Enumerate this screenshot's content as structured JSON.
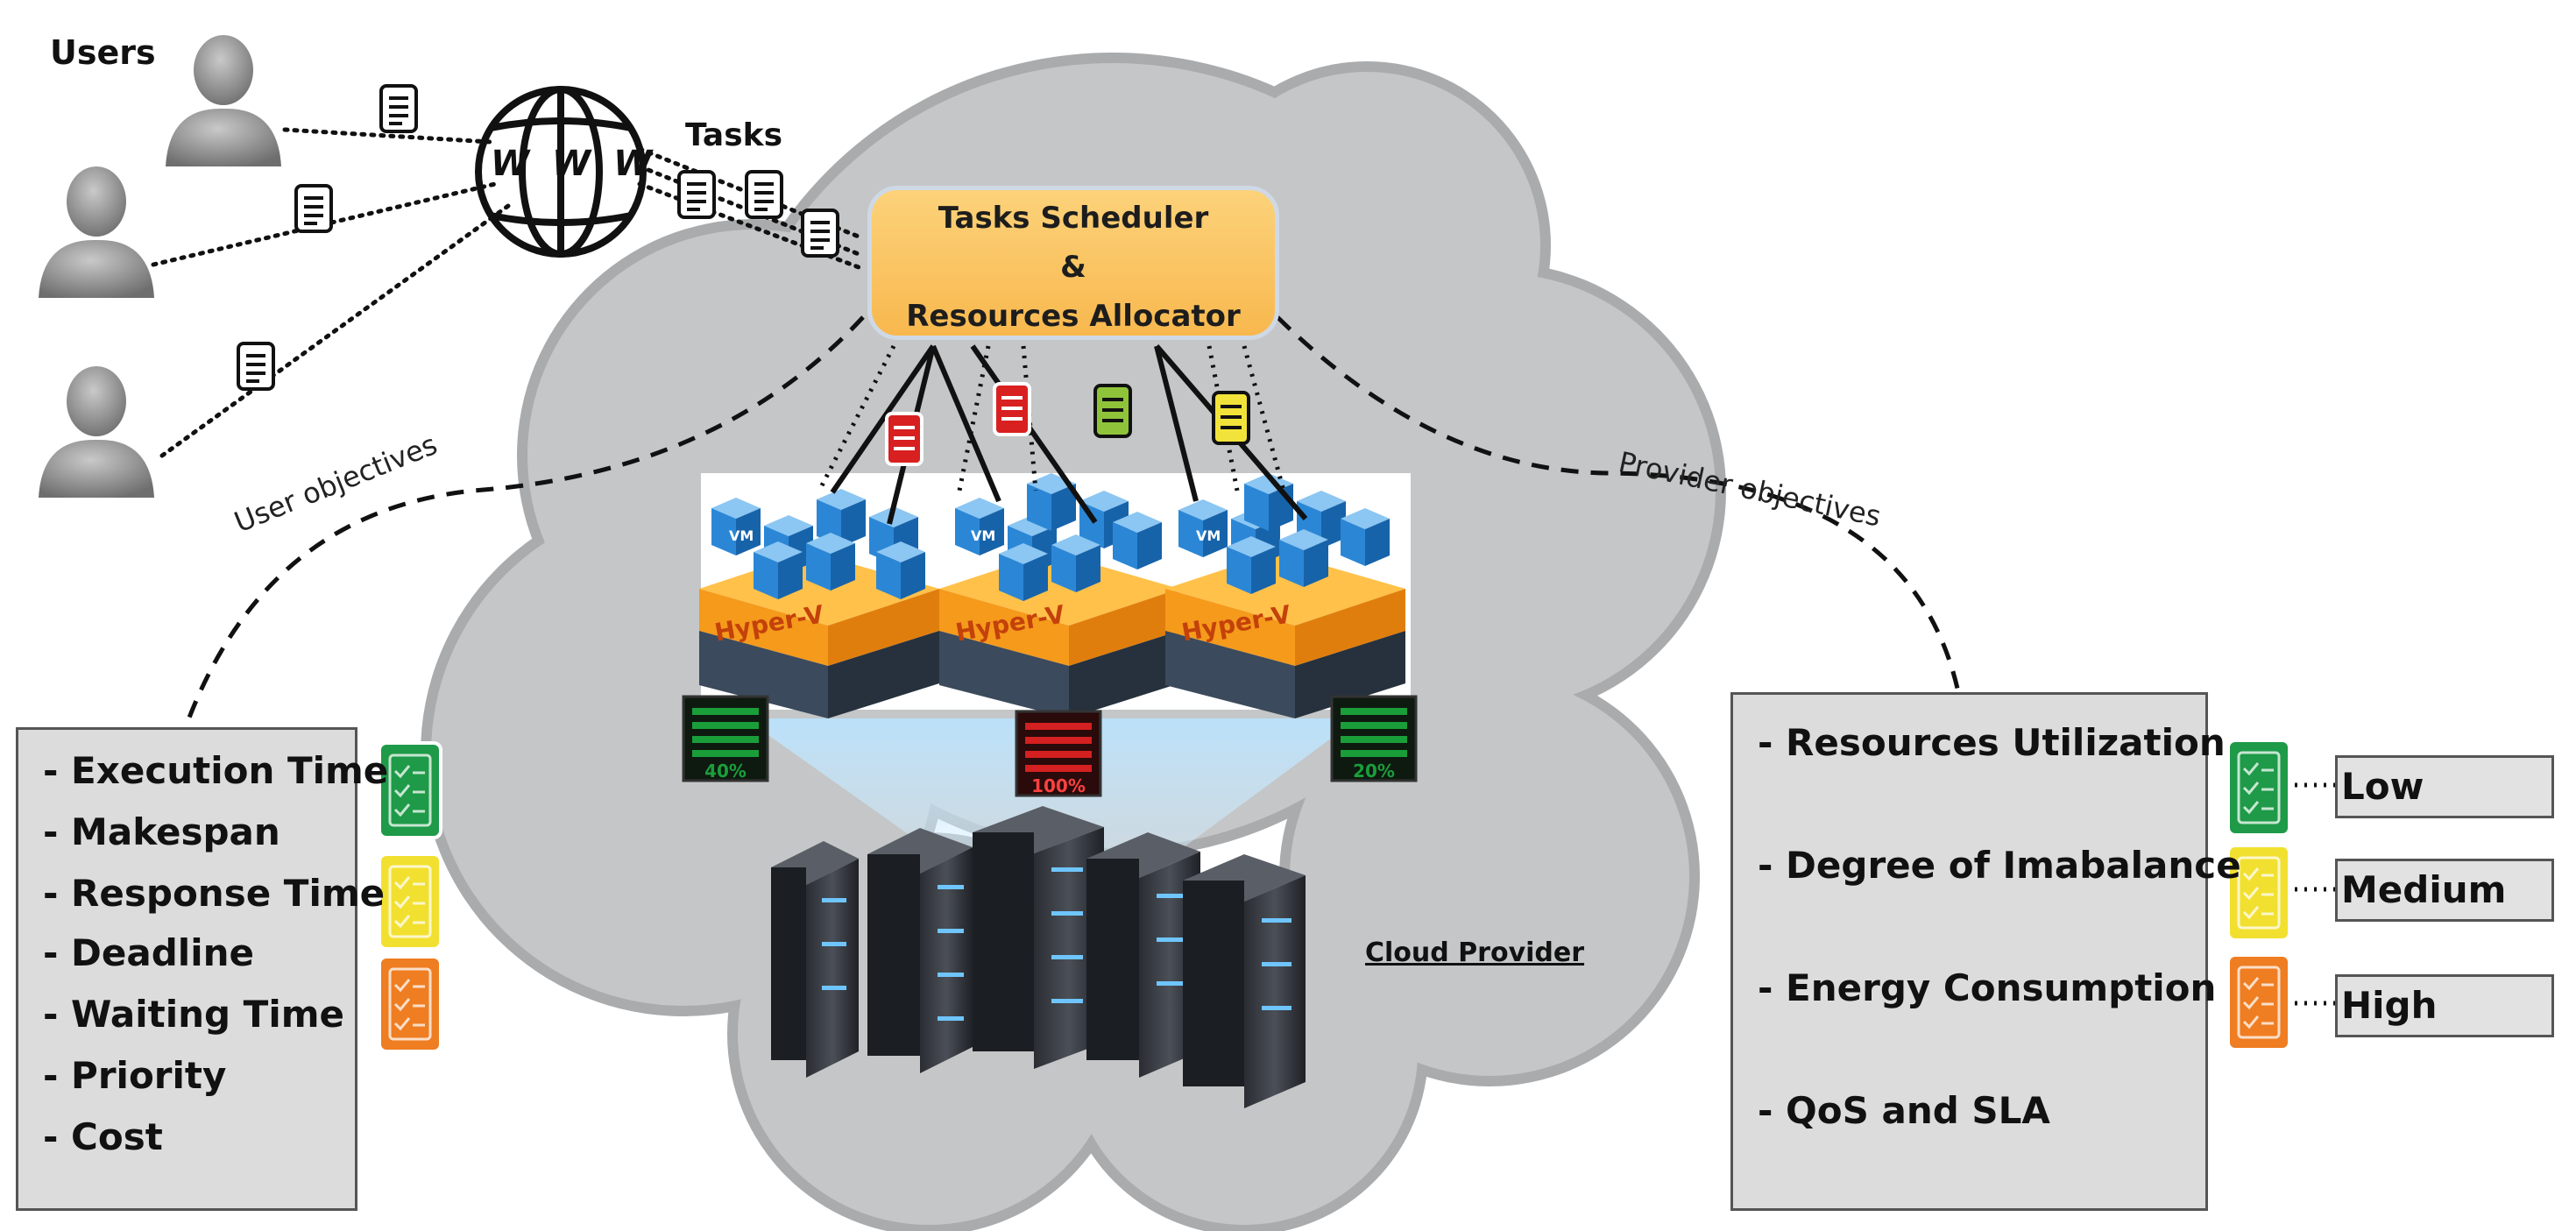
{
  "labels": {
    "users": "Users",
    "www": "W W W",
    "tasks": "Tasks",
    "scheduler_line1": "Tasks Scheduler",
    "scheduler_line2": "&",
    "scheduler_line3": "Resources Allocator",
    "user_objectives": "User objectives",
    "provider_objectives": "Provider objectives",
    "cloud_provider": "Cloud Provider",
    "vm": "VM",
    "hypervisor": "Hyper-V"
  },
  "user_objectives": [
    "- Execution Time",
    "- Makespan",
    "- Response Time",
    "- Deadline",
    "- Waiting Time",
    "- Priority",
    "- Cost"
  ],
  "provider_objectives": [
    "- Resources Utilization",
    "- Degree of Imabalance",
    "- Energy Consumption",
    "- QoS and SLA"
  ],
  "levels": [
    "Low",
    "Medium",
    "High"
  ],
  "server_loads": [
    {
      "label": "40%",
      "color": "#1a9e3a"
    },
    {
      "label": "100%",
      "color": "#d42020"
    },
    {
      "label": "20%",
      "color": "#1a9e3a"
    }
  ],
  "colors": {
    "cloud": "#c4c6c7",
    "cloud_edge": "#a9abad",
    "scheduler_fill": "#f9c461",
    "level_low": "#1e9a48",
    "level_medium": "#f2e030",
    "level_high": "#ef7d22",
    "vm_blue": "#2b87d6",
    "hyperv_orange": "#f59a1b",
    "task_red": "#d82020",
    "task_green": "#8fc43a",
    "task_yellow": "#f2e33a"
  },
  "icons": {
    "user": "person-silhouette-icon",
    "globe": "globe-icon",
    "task": "document-checklist-icon",
    "checklist": "checklist-icon",
    "server": "server-rack-icon"
  }
}
